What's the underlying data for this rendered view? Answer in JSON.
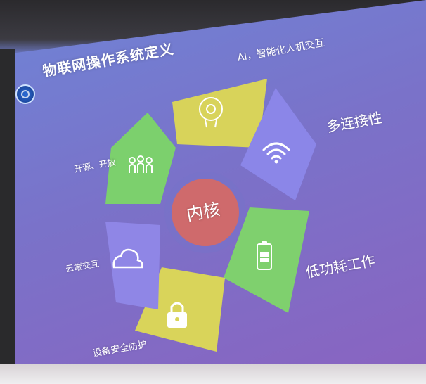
{
  "slide": {
    "title": "物联网操作系统定义",
    "center_label": "内核",
    "segments": [
      {
        "label": "AI，智能化人机交互",
        "color": "#d8d35a",
        "icon": "brain-gear-icon"
      },
      {
        "label": "多连接性",
        "color": "#8b86e8",
        "icon": "wifi-icon"
      },
      {
        "label": "低功耗工作",
        "color": "#7fd06e",
        "icon": "battery-icon"
      },
      {
        "label": "设备安全防护",
        "color": "#d9d45a",
        "icon": "lock-icon"
      },
      {
        "label": "云端交互",
        "color": "#8f86e6",
        "icon": "cloud-icon"
      },
      {
        "label": "开源、开放",
        "color": "#7cd06d",
        "icon": "people-icon"
      }
    ],
    "center_color": "#cf6a6c",
    "ring_color": "#7872c9"
  }
}
